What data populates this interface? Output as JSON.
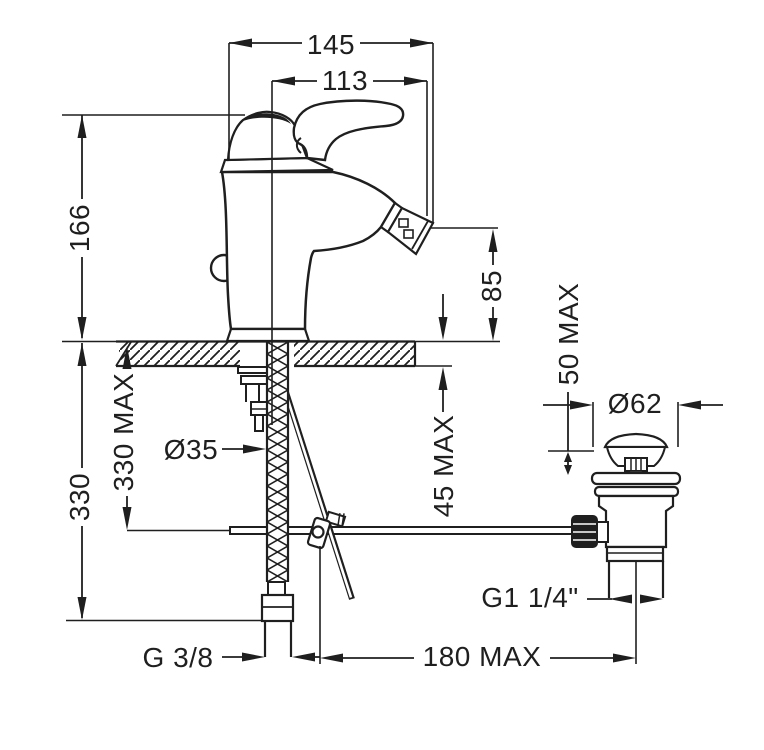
{
  "drawing": {
    "kind": "faucet installation technical drawing",
    "labels": {
      "d145": "145",
      "d113": "113",
      "d166": "166",
      "d330": "330",
      "d330max": "330 MAX",
      "d35": "Ø35",
      "d45max": "45 MAX",
      "d85": "85",
      "d50max": "50 MAX",
      "d62": "Ø62",
      "g114": "G1 1/4\"",
      "d180max": "180 MAX",
      "g38": "G 3/8"
    },
    "colors": {
      "line": "#1f1f1f",
      "background": "#ffffff"
    }
  }
}
